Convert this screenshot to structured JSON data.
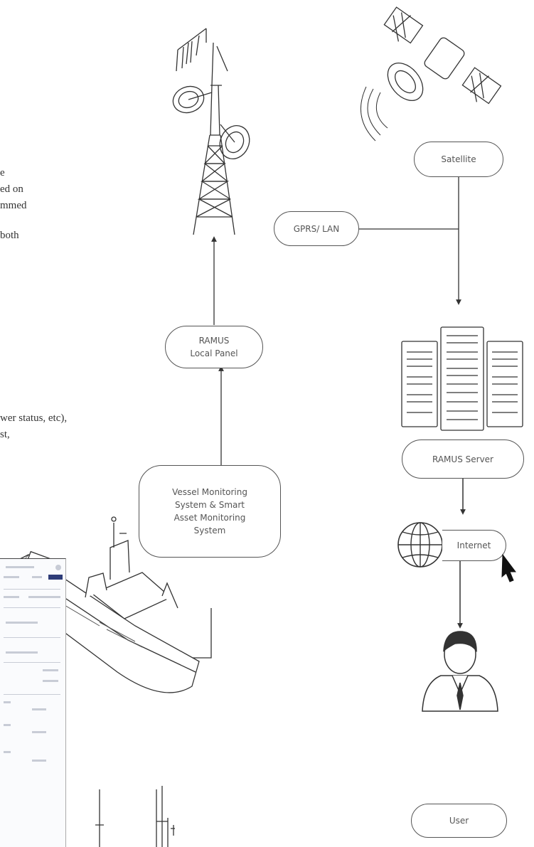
{
  "intro_lines": [
    "e",
    "ed on",
    "mmed",
    "both"
  ],
  "mid_lines": [
    "wer status, etc),",
    "st,"
  ],
  "nodes": {
    "satellite": "Satellite",
    "gprs_lan": "GPRS/ LAN",
    "ramus_local_panel": [
      "RAMUS",
      "Local Panel"
    ],
    "ramus_server": "RAMUS Server",
    "vms": [
      "Vessel Monitoring",
      "System & Smart",
      "Asset Monitoring",
      "System"
    ],
    "internet": "Internet",
    "user": "User"
  },
  "icons": [
    "tower-icon",
    "satellite-icon",
    "server-icon",
    "ship-icon",
    "globe-icon",
    "cursor-icon",
    "user-icon"
  ]
}
